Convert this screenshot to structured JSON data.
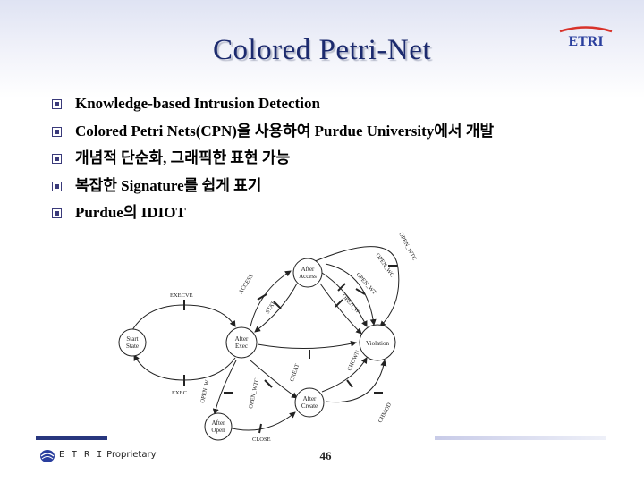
{
  "slide": {
    "title": "Colored Petri-Net",
    "page_number": "46"
  },
  "logo": {
    "text": "ETRI"
  },
  "bullets": [
    "Knowledge-based Intrusion Detection",
    "Colored Petri Nets(CPN)을 사용하여 Purdue University에서 개발",
    "개념적 단순화, 그래픽한 표현 가능",
    "복잡한 Signature를 쉽게 표기",
    "Purdue의 IDIOT"
  ],
  "diagram": {
    "places": {
      "start": [
        "Start",
        "State"
      ],
      "after_exec": [
        "After",
        "Exec"
      ],
      "after_access": [
        "After",
        "Access"
      ],
      "violation": [
        "Violation"
      ],
      "after_create": [
        "After",
        "Create"
      ],
      "after_open": [
        "After",
        "Open"
      ]
    },
    "labels": {
      "execve": "EXECVE",
      "exec": "EXEC",
      "access": "ACCESS",
      "stat": "STAT",
      "open_wtc_top": "OPEN_WTC",
      "open_wc": "OPEN_WC",
      "open_wt": "OPEN_WT",
      "open_w": "OPEN_W",
      "open_w_left": "OPEN_W",
      "open_wtc_mid": "OPEN_WTC",
      "creat": "CREAT",
      "chown": "CHOWN",
      "chmod": "CHMOD",
      "close": "CLOSE"
    }
  },
  "footer": {
    "org": "E T R I",
    "label": "Proprietary"
  }
}
